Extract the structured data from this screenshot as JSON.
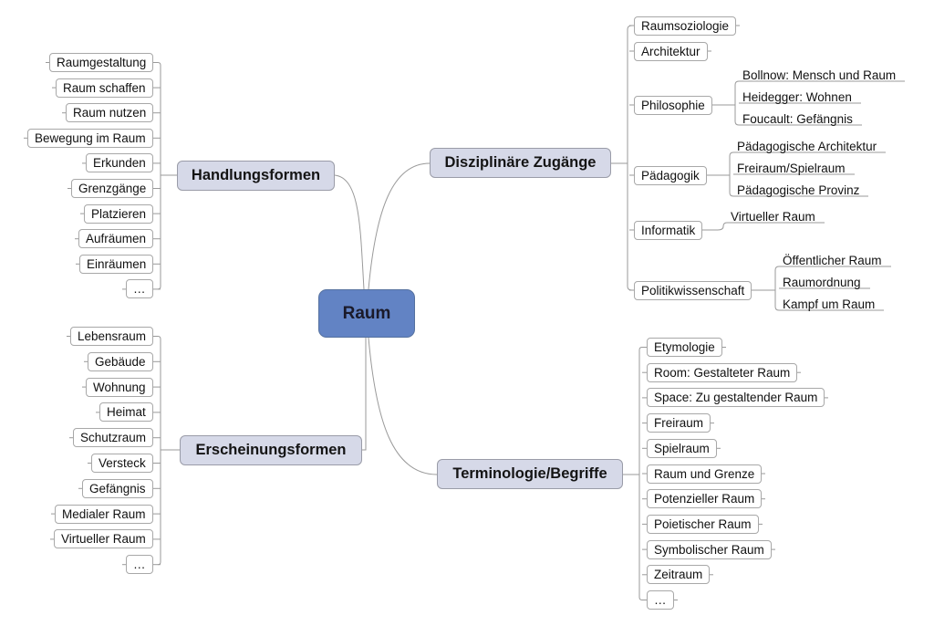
{
  "central_topic": "Raum",
  "colors": {
    "root": "#6283c4",
    "main": "#d6d9e8",
    "leaf_border": "#a8a8a8",
    "line": "#9a9a9a"
  },
  "branches": {
    "handlungsformen": {
      "label": "Handlungsformen",
      "children": [
        "Raumgestaltung",
        "Raum schaffen",
        "Raum nutzen",
        "Bewegung im Raum",
        "Erkunden",
        "Grenzgänge",
        "Platzieren",
        "Aufräumen",
        "Einräumen",
        "…"
      ]
    },
    "erscheinungsformen": {
      "label": "Erscheinungsformen",
      "children": [
        "Lebensraum",
        "Gebäude",
        "Wohnung",
        "Heimat",
        "Schutzraum",
        "Versteck",
        "Gefängnis",
        "Medialer Raum",
        "Virtueller Raum",
        "…"
      ]
    },
    "disziplinaere_zugaenge": {
      "label": "Disziplinäre Zugänge",
      "children": [
        {
          "label": "Raumsoziologie",
          "children": []
        },
        {
          "label": "Architektur",
          "children": []
        },
        {
          "label": "Philosophie",
          "children": [
            "Bollnow: Mensch und Raum",
            "Heidegger: Wohnen",
            "Foucault: Gefängnis"
          ]
        },
        {
          "label": "Pädagogik",
          "children": [
            "Pädagogische Architektur",
            "Freiraum/Spielraum",
            "Pädagogische Provinz"
          ]
        },
        {
          "label": "Informatik",
          "children": [
            "Virtueller Raum"
          ]
        },
        {
          "label": "Politikwissenschaft",
          "children": [
            "Öffentlicher Raum",
            "Raumordnung",
            "Kampf um Raum"
          ]
        }
      ]
    },
    "terminologie": {
      "label": "Terminologie/Begriffe",
      "children": [
        "Etymologie",
        "Room: Gestalteter Raum",
        "Space: Zu gestaltender Raum",
        "Freiraum",
        "Spielraum",
        "Raum und Grenze",
        "Potenzieller Raum",
        "Poietischer Raum",
        "Symbolischer Raum",
        "Zeitraum",
        "…"
      ]
    }
  }
}
